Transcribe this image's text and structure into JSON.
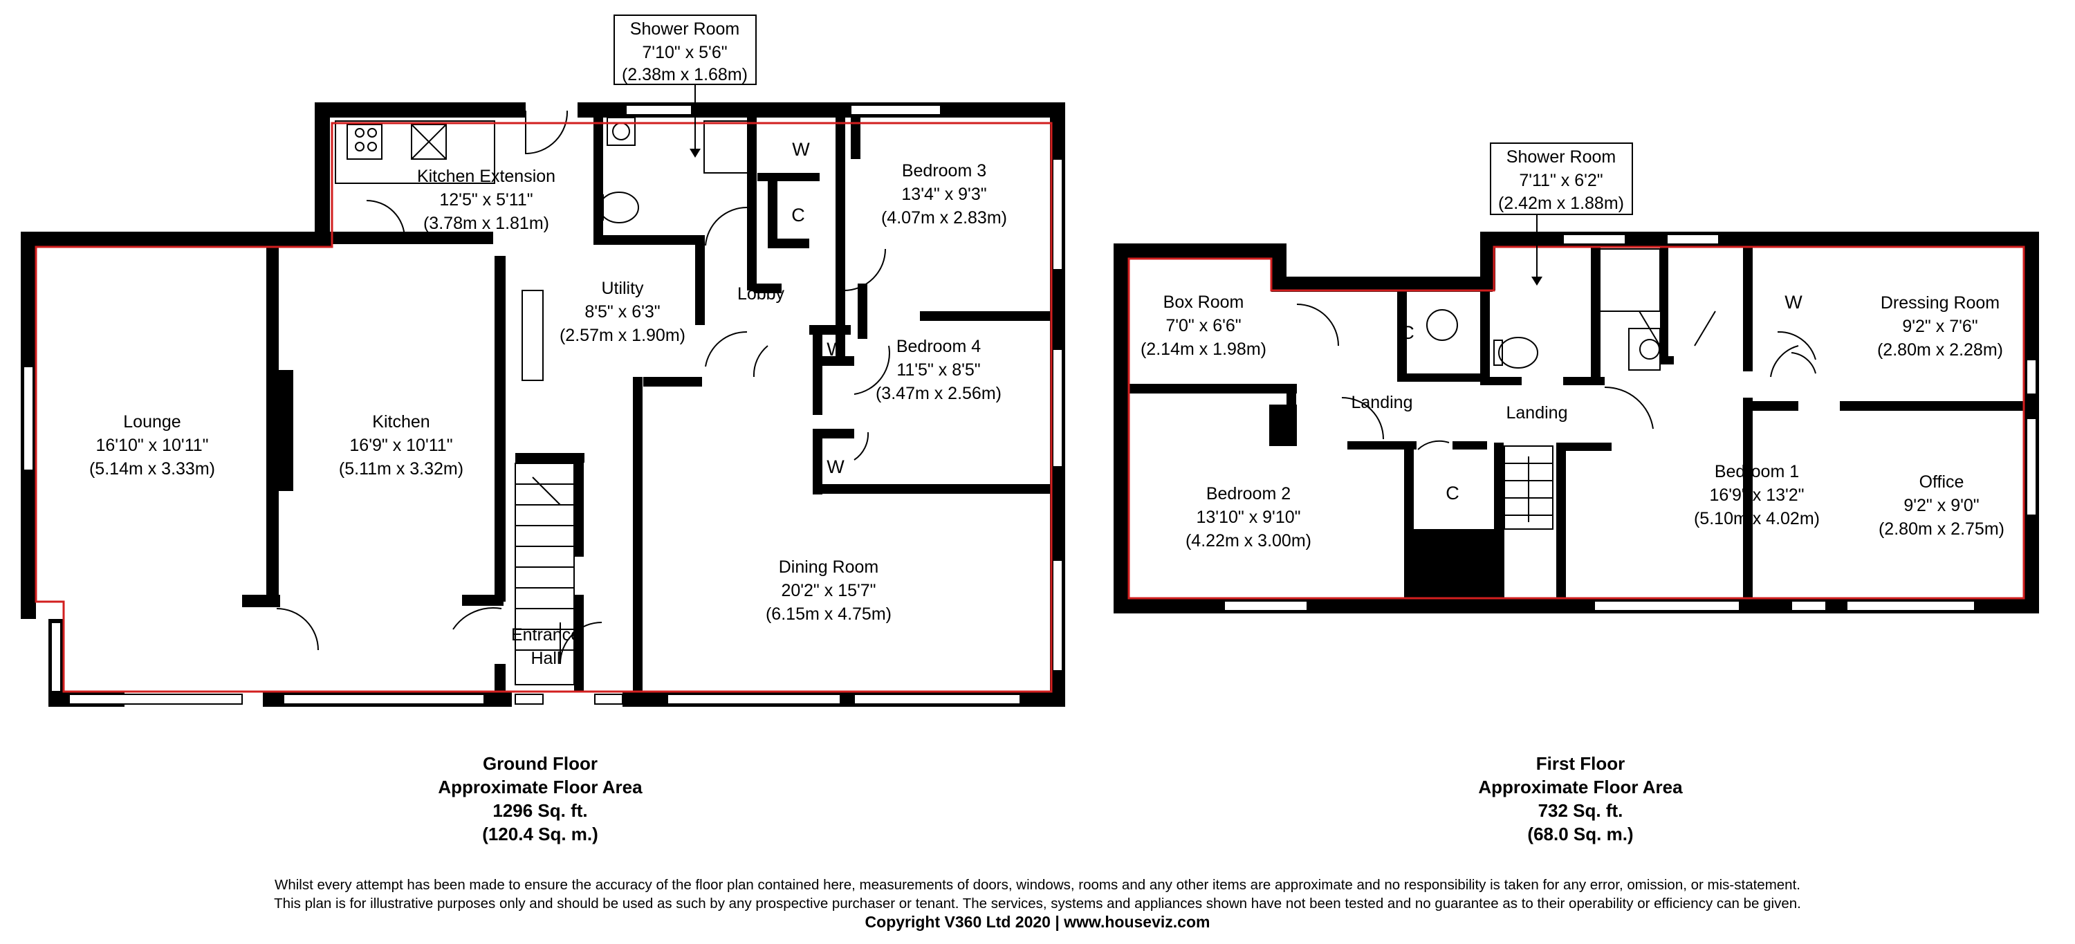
{
  "ground_floor": {
    "rooms": [
      {
        "name": "Kitchen Extension",
        "imperial": "12'5\" x 5'11\"",
        "metric": "(3.78m x 1.81m)"
      },
      {
        "name": "Lounge",
        "imperial": "16'10\" x 10'11\"",
        "metric": "(5.14m x 3.33m)"
      },
      {
        "name": "Kitchen",
        "imperial": "16'9\" x 10'11\"",
        "metric": "(5.11m x 3.32m)"
      },
      {
        "name": "Utility",
        "imperial": "8'5\" x 6'3\"",
        "metric": "(2.57m x 1.90m)"
      },
      {
        "name": "Lobby"
      },
      {
        "name": "Bedroom 3",
        "imperial": "13'4\" x 9'3\"",
        "metric": "(4.07m x 2.83m)"
      },
      {
        "name": "Bedroom 4",
        "imperial": "11'5\" x 8'5\"",
        "metric": "(3.47m x 2.56m)"
      },
      {
        "name": "Dining Room",
        "imperial": "20'2\" x 15'7\"",
        "metric": "(6.15m x 4.75m)"
      }
    ],
    "entrance_hall": [
      "Entrance",
      "Hall"
    ],
    "shower_room": {
      "name": "Shower Room",
      "imperial": "7'10\" x 5'6\"",
      "metric": "(2.38m x 1.68m)"
    },
    "storage_labels": [
      "W",
      "C",
      "W",
      "W"
    ],
    "area": {
      "title": "Ground Floor",
      "subtitle": "Approximate Floor Area",
      "sqft": "1296 Sq. ft.",
      "sqm": "(120.4 Sq. m.)"
    }
  },
  "first_floor": {
    "rooms": [
      {
        "name": "Box Room",
        "imperial": "7'0\" x 6'6\"",
        "metric": "(2.14m x 1.98m)"
      },
      {
        "name": "Landing"
      },
      {
        "name": "Landing"
      },
      {
        "name": "Bedroom 2",
        "imperial": "13'10\" x 9'10\"",
        "metric": "(4.22m x 3.00m)"
      },
      {
        "name": "Bedroom 1",
        "imperial": "16'9\" x 13'2\"",
        "metric": "(5.10m x 4.02m)"
      },
      {
        "name": "Dressing Room",
        "imperial": "9'2\" x 7'6\"",
        "metric": "(2.80m x 2.28m)"
      },
      {
        "name": "Office",
        "imperial": "9'2\" x 9'0\"",
        "metric": "(2.80m x 2.75m)"
      }
    ],
    "shower_room": {
      "name": "Shower Room",
      "imperial": "7'11\" x 6'2\"",
      "metric": "(2.42m x 1.88m)"
    },
    "storage_labels": [
      "C",
      "C",
      "W"
    ],
    "area": {
      "title": "First Floor",
      "subtitle": "Approximate Floor Area",
      "sqft": "732 Sq. ft.",
      "sqm": "(68.0 Sq. m.)"
    }
  },
  "disclaimer": {
    "line1": "Whilst every attempt has been made to ensure the accuracy of the floor plan contained here, measurements of doors, windows, rooms and any other items are approximate and no responsibility is taken for any error, omission, or mis-statement.",
    "line2": "This plan is for illustrative purposes only and should be used as such by any prospective purchaser or tenant. The services, systems and appliances shown have not been tested and no guarantee as to their operability or efficiency can be given.",
    "copyright": "Copyright V360 Ltd 2020 | www.houseviz.com"
  },
  "colors": {
    "wall": "#000000",
    "floor_outline": "#d21f1f",
    "background": "#ffffff"
  }
}
